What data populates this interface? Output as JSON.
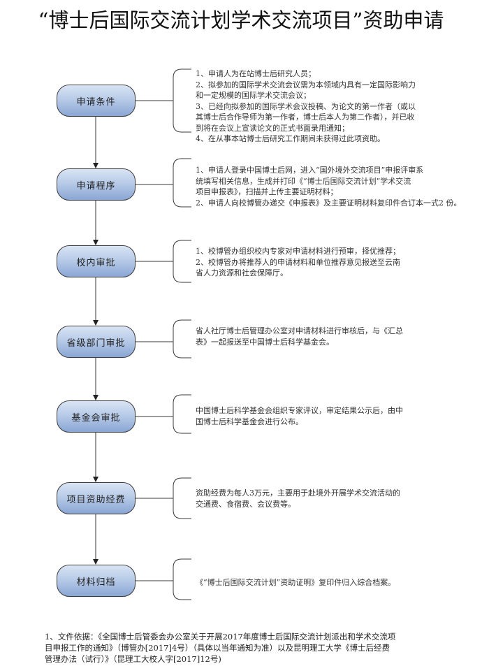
{
  "title": "“博士后国际交流计划学术交流项目”资助申请",
  "steps": [
    {
      "label": "申请条件",
      "lines": [
        "1、申请人为在站博士后研究人员；",
        "2、拟参加的国际学术交流会议需为本领域内具有一定国际影响力",
        "和一定规模的国际学术交流会议；",
        "3、已经向拟参加的国际学术会议投稿、为论文的第一作者（或以",
        "其博士后合作导师为第一作者，博士后本人为第二作者），并已收",
        "到将在会议上宣读论文的正式书面录用通知；",
        "4、在从事本站博士后研究工作期间未获得过此项资助。"
      ]
    },
    {
      "label": "申请程序",
      "lines": [
        "1、申请人登录中国博士后网，进入“国外境外交流项目”申报评审系",
        "统填写相关信息，生成并打印《“博士后国际交流计划”学术交流",
        "项目申报表》，扫描并上传主要证明材料；",
        "2、申请人向校博管办递交《申报表》及主要证明材料复印件合订本一式2 份。"
      ]
    },
    {
      "label": "校内审批",
      "lines": [
        "1、校博管办组织校内专家对申请材料进行预审，择优推荐；",
        "2、校博管办将推荐人的申请材料和单位推荐意见报送至云南",
        "省人力资源和社会保障厅。"
      ]
    },
    {
      "label": "省级部门审批",
      "lines": [
        "省人社厅博士后管理办公室对申请材料进行审核后，与《汇总",
        "表》一起报送至中国博士后科学基金会。"
      ]
    },
    {
      "label": "基金会审批",
      "lines": [
        "中国博士后科学基金会组织专家评议，审定结果公示后，由中",
        "国博士后科学基金会进行公布。"
      ]
    },
    {
      "label": "项目资助经费",
      "lines": [
        "资助经费为每人3万元，主要用于赴境外开展学术交流活动的",
        "交通费、食宿费、会议费等。"
      ]
    },
    {
      "label": "材料归档",
      "lines": [
        "《“博士后国际交流计划”资助证明》复印件归入综合档案。"
      ]
    }
  ],
  "footnote": [
    "1、文件依据：《全国博士后管委会办公室关于开展2017年度博士后国际交流计划派出和学术交流项",
    "目申报工作的通知》（博管办[2017]4号）（具体以当年通知为准）以及昆明理工大学《博士后经费",
    "管理办法（试行）》（昆理工大校人字[2017]12号)"
  ],
  "colors": {
    "node_top": "#d9e4f4",
    "node_bottom": "#8aa6d4",
    "line": "#3a3a3a"
  }
}
